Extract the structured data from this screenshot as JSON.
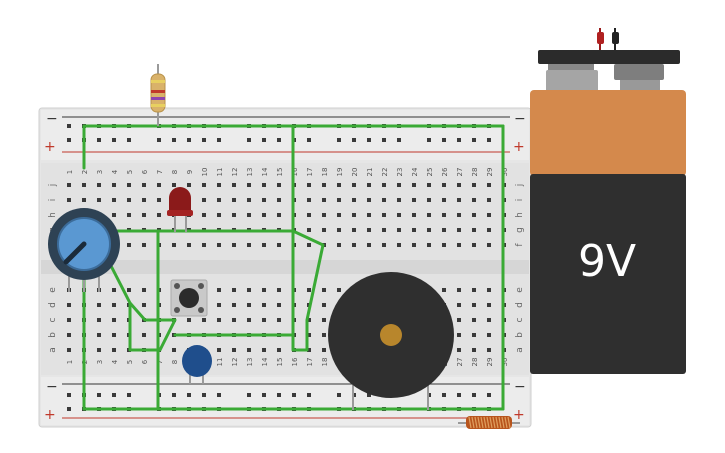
{
  "breadboard": {
    "rail_minus": "−",
    "rail_plus": "+",
    "column_numbers": [
      "1",
      "2",
      "3",
      "4",
      "5",
      "6",
      "7",
      "8",
      "9",
      "10",
      "11",
      "12",
      "13",
      "14",
      "15",
      "16",
      "17",
      "18",
      "19",
      "20",
      "21",
      "22",
      "23",
      "24",
      "25",
      "26",
      "27",
      "28",
      "29",
      "30"
    ],
    "row_letters_top": [
      "j",
      "i",
      "h",
      "g",
      "f"
    ],
    "row_letters_bottom": [
      "e",
      "d",
      "c",
      "b",
      "a"
    ]
  },
  "battery": {
    "label": "9V"
  },
  "components": {
    "resistor": "resistor-icon",
    "led": "red-led-icon",
    "potentiometer": "potentiometer-icon",
    "pushbutton": "pushbutton-icon",
    "capacitor": "ceramic-capacitor-icon",
    "buzzer": "piezo-buzzer-icon",
    "inductor": "inductor-icon"
  },
  "colors": {
    "wire": "#3aaa35",
    "rail_red": "#c0392b",
    "rail_black": "#333333",
    "battery_top": "#d4894c",
    "battery_body": "#2f2f2f",
    "board": "#e4e4e4"
  }
}
